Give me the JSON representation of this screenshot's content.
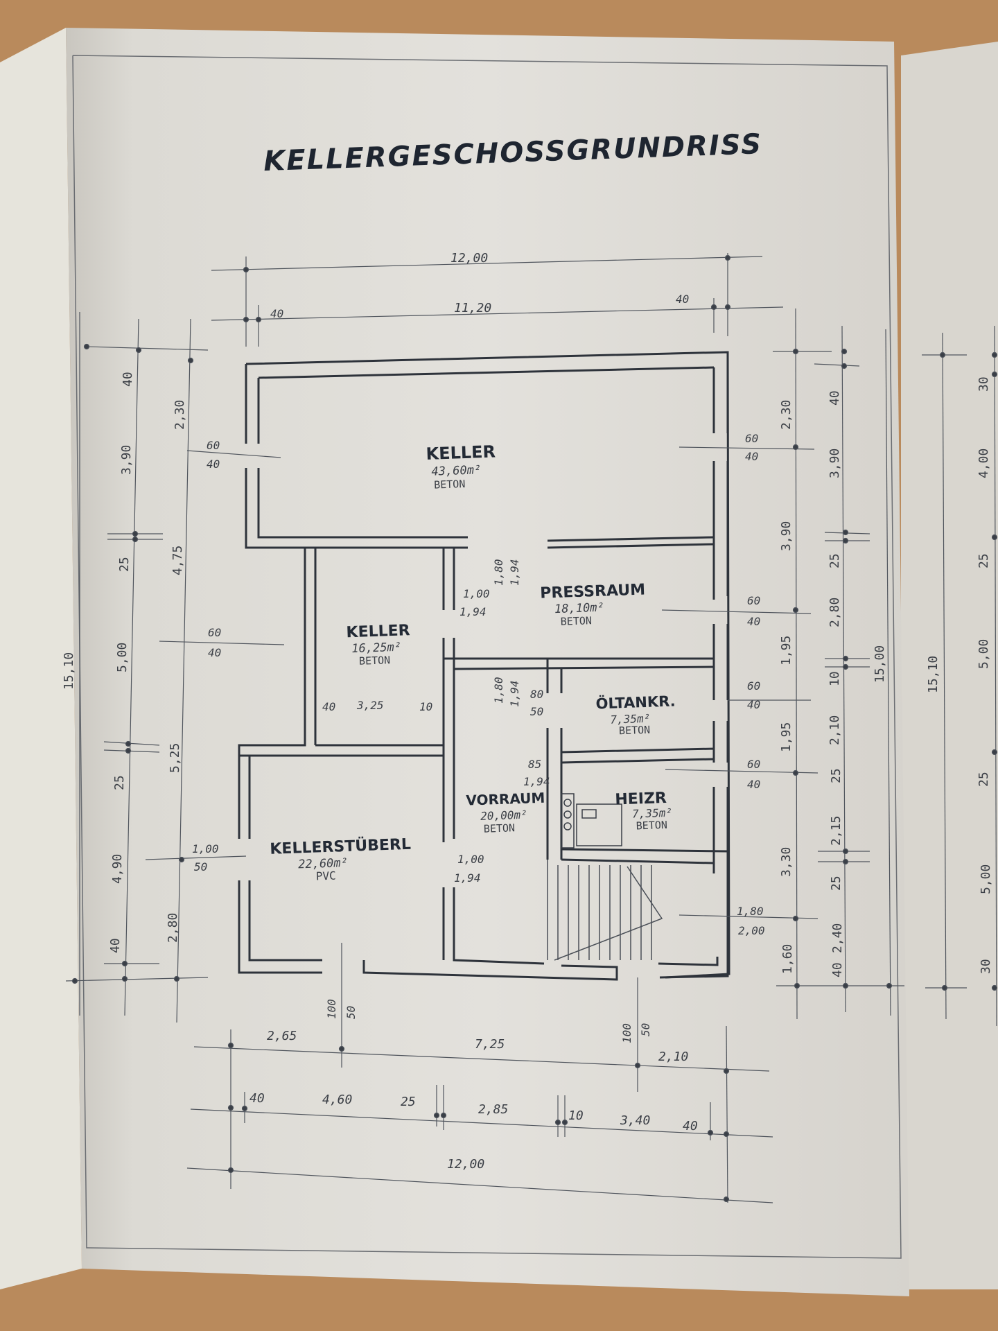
{
  "title": "KELLERGESCHOSSGRUNDRISS",
  "rooms": [
    {
      "name": "KELLER",
      "area": "43,60m²",
      "floor": "BETON"
    },
    {
      "name": "PRESSRAUM",
      "area": "18,10m²",
      "floor": "BETON"
    },
    {
      "name": "KELLER",
      "area": "16,25m²",
      "floor": "BETON"
    },
    {
      "name": "ÖLTANKR.",
      "area": "7,35m²",
      "floor": "BETON"
    },
    {
      "name": "VORRAUM",
      "area": "20,00m²",
      "floor": "BETON"
    },
    {
      "name": "HEIZR",
      "area": "7,35m²",
      "floor": "BETON"
    },
    {
      "name": "KELLERSTÜBERL",
      "area": "22,60m²",
      "floor": "PVC"
    }
  ],
  "dims_top": {
    "overall": "12,00",
    "inner": "11,20",
    "wall_left": "40",
    "wall_right": "40"
  },
  "dims_bottom": {
    "row1": [
      "2,65",
      "7,25",
      "2,10"
    ],
    "row2": [
      "40",
      "4,60",
      "25",
      "2,85",
      "10",
      "3,40",
      "40"
    ],
    "overall": "12,00"
  },
  "dims_left": {
    "overall": "15,10",
    "col1": [
      "40",
      "3,90",
      "25",
      "5,00",
      "25",
      "4,90",
      "40"
    ],
    "col2": [
      "2,30",
      "4,75",
      "5,25",
      "2,80"
    ]
  },
  "dims_right": {
    "col1": [
      "2,30",
      "3,90",
      "1,95",
      "1,95",
      "3,30",
      "1,60"
    ],
    "col2": [
      "40",
      "3,90",
      "25",
      "2,80",
      "10",
      "2,10",
      "25",
      "2,15",
      "25",
      "2,40",
      "40"
    ],
    "overall": "15,00",
    "far_overall": "15,10",
    "far_col": [
      "30",
      "4,00",
      "25",
      "5,00",
      "25",
      "5,00",
      "30"
    ]
  },
  "openings": {
    "win_top_left": [
      "60",
      "40"
    ],
    "win_top_right": [
      "60",
      "40"
    ],
    "win_mid_left": [
      "60",
      "40"
    ],
    "win_mid_right": [
      "60",
      "40"
    ],
    "win_oel_right": [
      "60",
      "40"
    ],
    "win_heiz_right": [
      "60",
      "40"
    ],
    "win_stub_left": [
      "1,00",
      "50"
    ],
    "door_keller_press": [
      "1,80",
      "1,94"
    ],
    "door_press": [
      "1,00",
      "1,94"
    ],
    "door_vor_upper": [
      "1,80",
      "1,94"
    ],
    "door_oel": [
      "80",
      "50"
    ],
    "door_heiz": [
      "85",
      "1,94"
    ],
    "door_stub": [
      "1,00",
      "1,94"
    ],
    "door_entry": [
      "1,80",
      "2,00"
    ],
    "keller2_width": [
      "40",
      "3,25",
      "10"
    ],
    "bottom_win_left": [
      "100",
      "50"
    ],
    "bottom_win_right": [
      "100",
      "50"
    ]
  }
}
